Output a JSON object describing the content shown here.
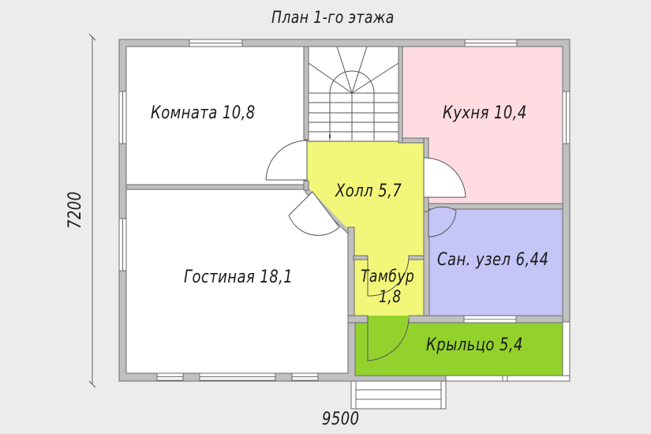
{
  "title": "План 1-го этажа",
  "dimensions": {
    "height": "7200",
    "width": "9500"
  },
  "colors": {
    "background": "#ececec",
    "wall": "#c0c0c0",
    "wall_outline": "#6a6a6a",
    "room_white": "#ffffff",
    "kitchen": "#ffdbe2",
    "hall": "#f2f77a",
    "bathroom": "#c5c5f8",
    "porch": "#93d22c"
  },
  "rooms": [
    {
      "name": "Комната",
      "area": "10,8",
      "label": "Комната 10,8"
    },
    {
      "name": "Кухня",
      "area": "10,4",
      "label": "Кухня 10,4"
    },
    {
      "name": "Холл",
      "area": "5,7",
      "label": "Холл 5,7"
    },
    {
      "name": "Гостиная",
      "area": "18,1",
      "label": "Гостиная 18,1"
    },
    {
      "name": "Сан. узел",
      "area": "6,44",
      "label": "Сан. узел 6,44"
    },
    {
      "name": "Тамбур",
      "area": "1,8",
      "label": "Тамбур",
      "label2": "1,8"
    },
    {
      "name": "Крыльцо",
      "area": "5,4",
      "label": "Крыльцо 5,4"
    }
  ]
}
